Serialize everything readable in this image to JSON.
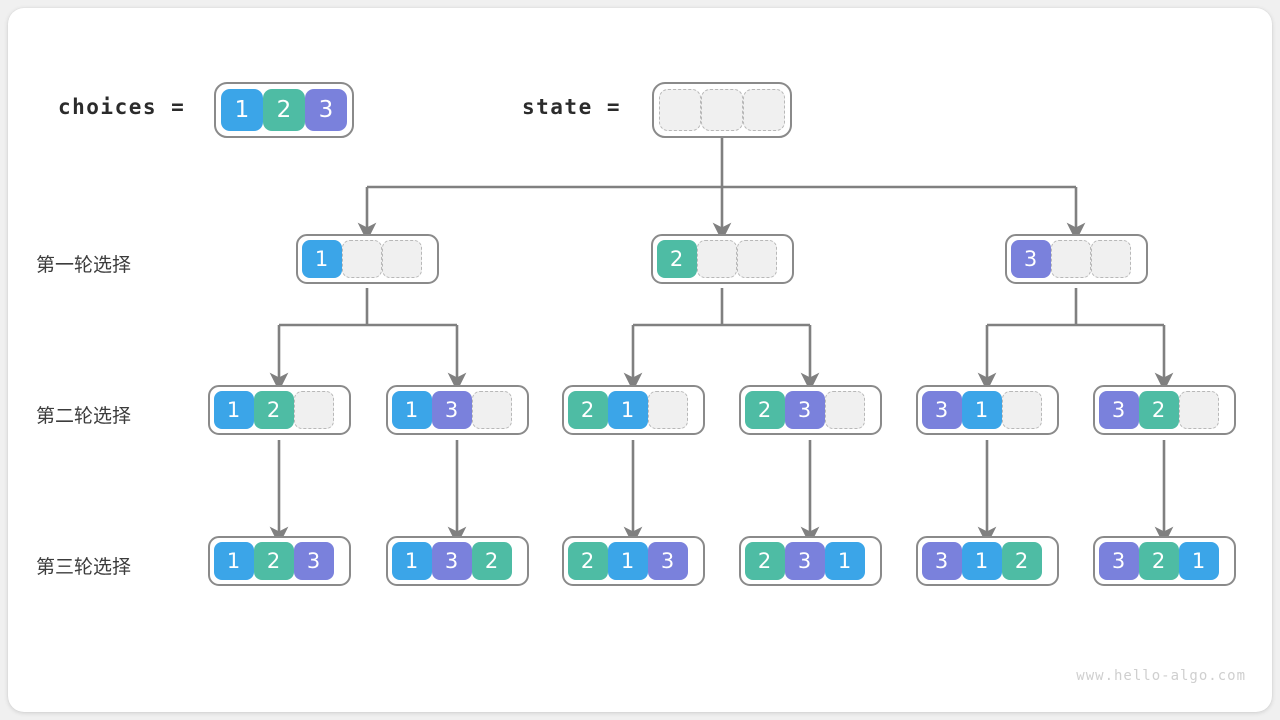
{
  "watermark": "www.hello-algo.com",
  "colors": {
    "value_1": "#3ba5e8",
    "value_2": "#4ebca4",
    "value_3": "#7a81dc",
    "empty_cell": "#f0f0f0",
    "node_border": "#8a8a8a",
    "connector": "#808080",
    "card_background": "#ffffff",
    "page_background": "#f0f0f0"
  },
  "header": {
    "choices_label": "choices =",
    "choices_values": [
      "1",
      "2",
      "3"
    ],
    "state_label": "state =",
    "state_values": [
      "",
      "",
      ""
    ]
  },
  "rows": [
    {
      "label": "第一轮选择",
      "nodes": [
        {
          "cells": [
            "1",
            "",
            ""
          ]
        },
        {
          "cells": [
            "2",
            "",
            ""
          ]
        },
        {
          "cells": [
            "3",
            "",
            ""
          ]
        }
      ]
    },
    {
      "label": "第二轮选择",
      "nodes": [
        {
          "cells": [
            "1",
            "2",
            ""
          ]
        },
        {
          "cells": [
            "1",
            "3",
            ""
          ]
        },
        {
          "cells": [
            "2",
            "1",
            ""
          ]
        },
        {
          "cells": [
            "2",
            "3",
            ""
          ]
        },
        {
          "cells": [
            "3",
            "1",
            ""
          ]
        },
        {
          "cells": [
            "3",
            "2",
            ""
          ]
        }
      ]
    },
    {
      "label": "第三轮选择",
      "nodes": [
        {
          "cells": [
            "1",
            "2",
            "3"
          ]
        },
        {
          "cells": [
            "1",
            "3",
            "2"
          ]
        },
        {
          "cells": [
            "2",
            "1",
            "3"
          ]
        },
        {
          "cells": [
            "2",
            "3",
            "1"
          ]
        },
        {
          "cells": [
            "3",
            "1",
            "2"
          ]
        },
        {
          "cells": [
            "3",
            "2",
            "1"
          ]
        }
      ]
    }
  ]
}
